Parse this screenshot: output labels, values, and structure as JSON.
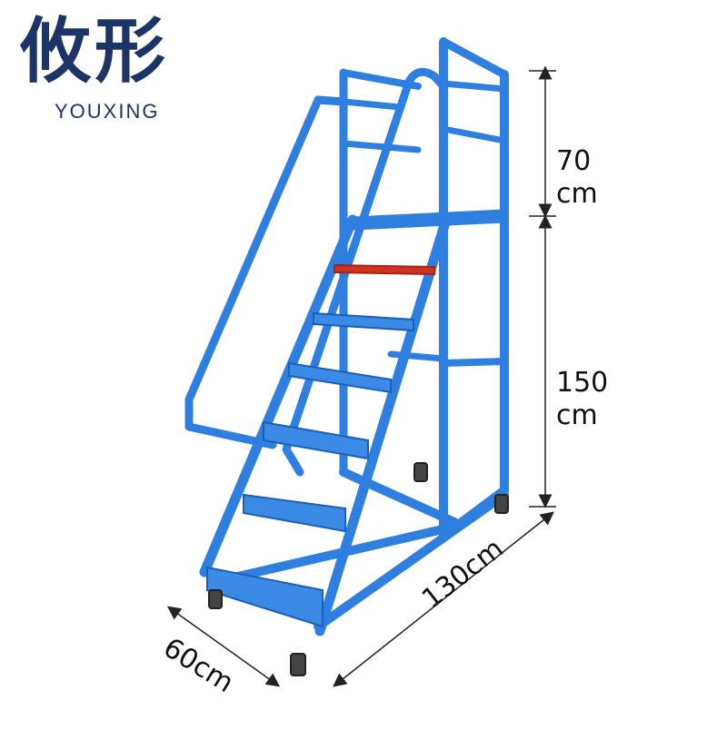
{
  "brand": {
    "name_cn": "攸形",
    "name_en": "YOUXING",
    "color": "#1d3466"
  },
  "dimensions": {
    "top_value": "70",
    "top_unit": "cm",
    "mid_value": "150",
    "mid_unit": "cm",
    "depth": "130cm",
    "width": "60cm"
  },
  "colors": {
    "frame": "#2f7fe0",
    "frame_dark": "#1c5fb8",
    "step": "#3a8ae6",
    "line": "#222222"
  },
  "icons": [
    "caster-wheel-icon"
  ]
}
